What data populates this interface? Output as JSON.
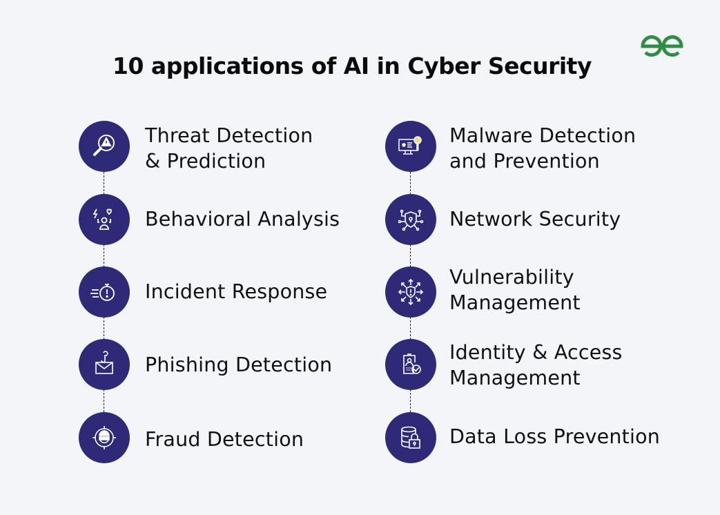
{
  "title": "10 applications of AI in Cyber Security",
  "brand": {
    "logo_icon": "geeksforgeeks-logo-icon",
    "color": "#2f8d46"
  },
  "colors": {
    "background": "#f3f5f8",
    "circle": "#2e2a78",
    "icon_stroke": "#ffffff"
  },
  "left_column": [
    {
      "label_line1": "Threat Detection",
      "label_line2": "& Prediction",
      "icon": "magnifier-warning-icon"
    },
    {
      "label_line1": "Behavioral Analysis",
      "label_line2": "",
      "icon": "user-behavior-icon"
    },
    {
      "label_line1": "Incident Response",
      "label_line2": "",
      "icon": "stopwatch-alert-icon"
    },
    {
      "label_line1": "Phishing Detection",
      "label_line2": "",
      "icon": "hook-envelope-icon"
    },
    {
      "label_line1": "Fraud Detection",
      "label_line2": "",
      "icon": "thief-target-icon"
    }
  ],
  "right_column": [
    {
      "label_line1": "Malware Detection",
      "label_line2": "and Prevention",
      "icon": "monitor-bug-scan-icon"
    },
    {
      "label_line1": "Network Security",
      "label_line2": "",
      "icon": "shield-network-icon"
    },
    {
      "label_line1": "Vulnerability",
      "label_line2": "Management",
      "icon": "shield-arrows-icon"
    },
    {
      "label_line1": "Identity & Access",
      "label_line2": "Management",
      "icon": "id-card-check-icon"
    },
    {
      "label_line1": "Data Loss Prevention",
      "label_line2": "",
      "icon": "database-lock-icon"
    }
  ]
}
